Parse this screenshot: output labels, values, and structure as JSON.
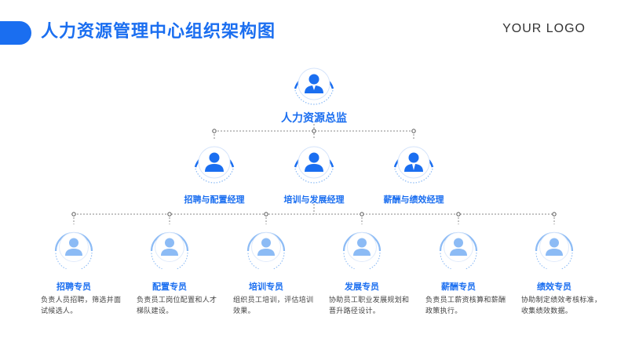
{
  "header": {
    "title": "人力资源管理中心组织架构图",
    "logo": "YOUR LOGO"
  },
  "colors": {
    "primary": "#1a6ef0",
    "light": "#8cbbf5",
    "connector": "#888888"
  },
  "top": {
    "name": "人力资源总监",
    "icon": "person-icon"
  },
  "managers": [
    {
      "name": "招聘与配置经理",
      "icon": "person-icon"
    },
    {
      "name": "培训与发展经理",
      "icon": "person-icon"
    },
    {
      "name": "薪酬与绩效经理",
      "icon": "person-tie-icon"
    }
  ],
  "specialists": [
    {
      "name": "招聘专员",
      "desc": "负责人员招聘，筛选并面试候选人。"
    },
    {
      "name": "配置专员",
      "desc": "负责员工岗位配置和人才梯队建设。"
    },
    {
      "name": "培训专员",
      "desc": "组织员工培训，评估培训效果。"
    },
    {
      "name": "发展专员",
      "desc": "协助员工职业发展规划和晋升路径设计。"
    },
    {
      "name": "薪酬专员",
      "desc": "负责员工薪资核算和薪酬政策执行。"
    },
    {
      "name": "绩效专员",
      "desc": "协助制定绩效考核标准，收集绩效数据。"
    }
  ]
}
